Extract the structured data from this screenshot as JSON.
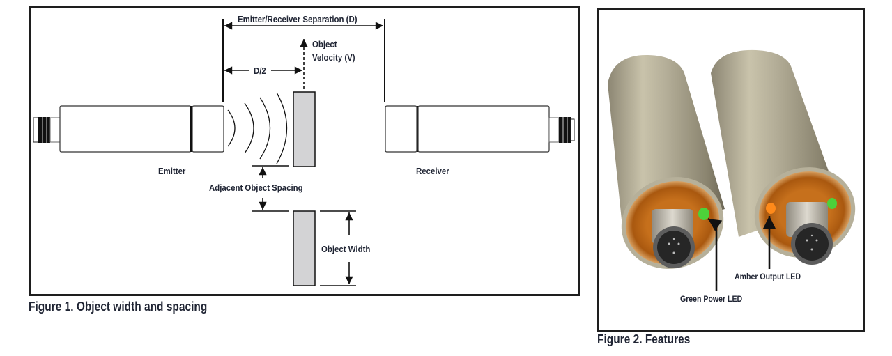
{
  "figure1": {
    "caption": "Figure 1.  Object width and spacing",
    "labels": {
      "separation": "Emitter/Receiver Separation (D)",
      "half_distance": "D/2",
      "velocity_line1": "Object",
      "velocity_line2": "Velocity (V)",
      "emitter": "Emitter",
      "receiver": "Receiver",
      "spacing": "Adjacent Object Spacing",
      "width": "Object Width"
    }
  },
  "figure2": {
    "caption": "Figure 2.  Features",
    "labels": {
      "amber_led": "Amber Output LED",
      "green_led": "Green Power LED"
    },
    "colors": {
      "body": "#b3ad97",
      "lens": "#c8771f",
      "green_led": "#4cd13a",
      "amber_led": "#ff8a1a"
    }
  }
}
